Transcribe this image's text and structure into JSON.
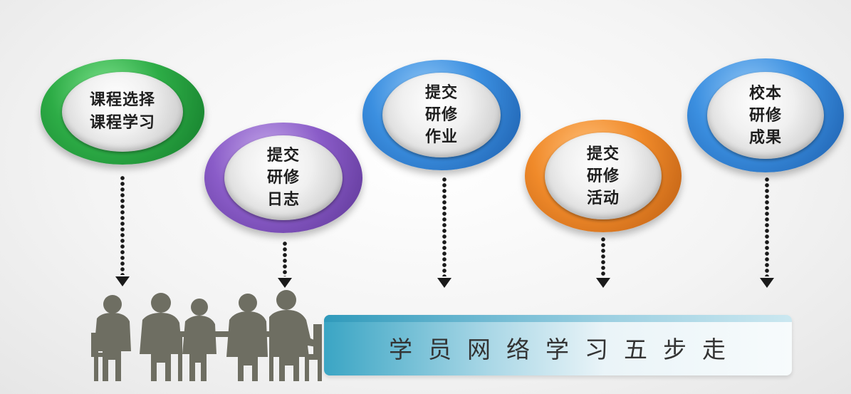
{
  "steps": [
    {
      "id": "course",
      "text": "课程选择\n课程学习",
      "color": "green"
    },
    {
      "id": "journal",
      "text": "提交\n研修\n日志",
      "color": "purple"
    },
    {
      "id": "homework",
      "text": "提交\n研修\n作业",
      "color": "blue"
    },
    {
      "id": "activity",
      "text": "提交\n研修\n活动",
      "color": "orange"
    },
    {
      "id": "results",
      "text": "校本\n研修\n成果",
      "color": "blue"
    }
  ],
  "banner": {
    "text": "学员网络学习五步走"
  },
  "colors": {
    "green": "#2dac46",
    "purple": "#8a5cc8",
    "blue": "#3b8fe0",
    "orange": "#f08a2a",
    "banner_accent": "#3aa5c4",
    "silhouette": "#6e6e62"
  }
}
